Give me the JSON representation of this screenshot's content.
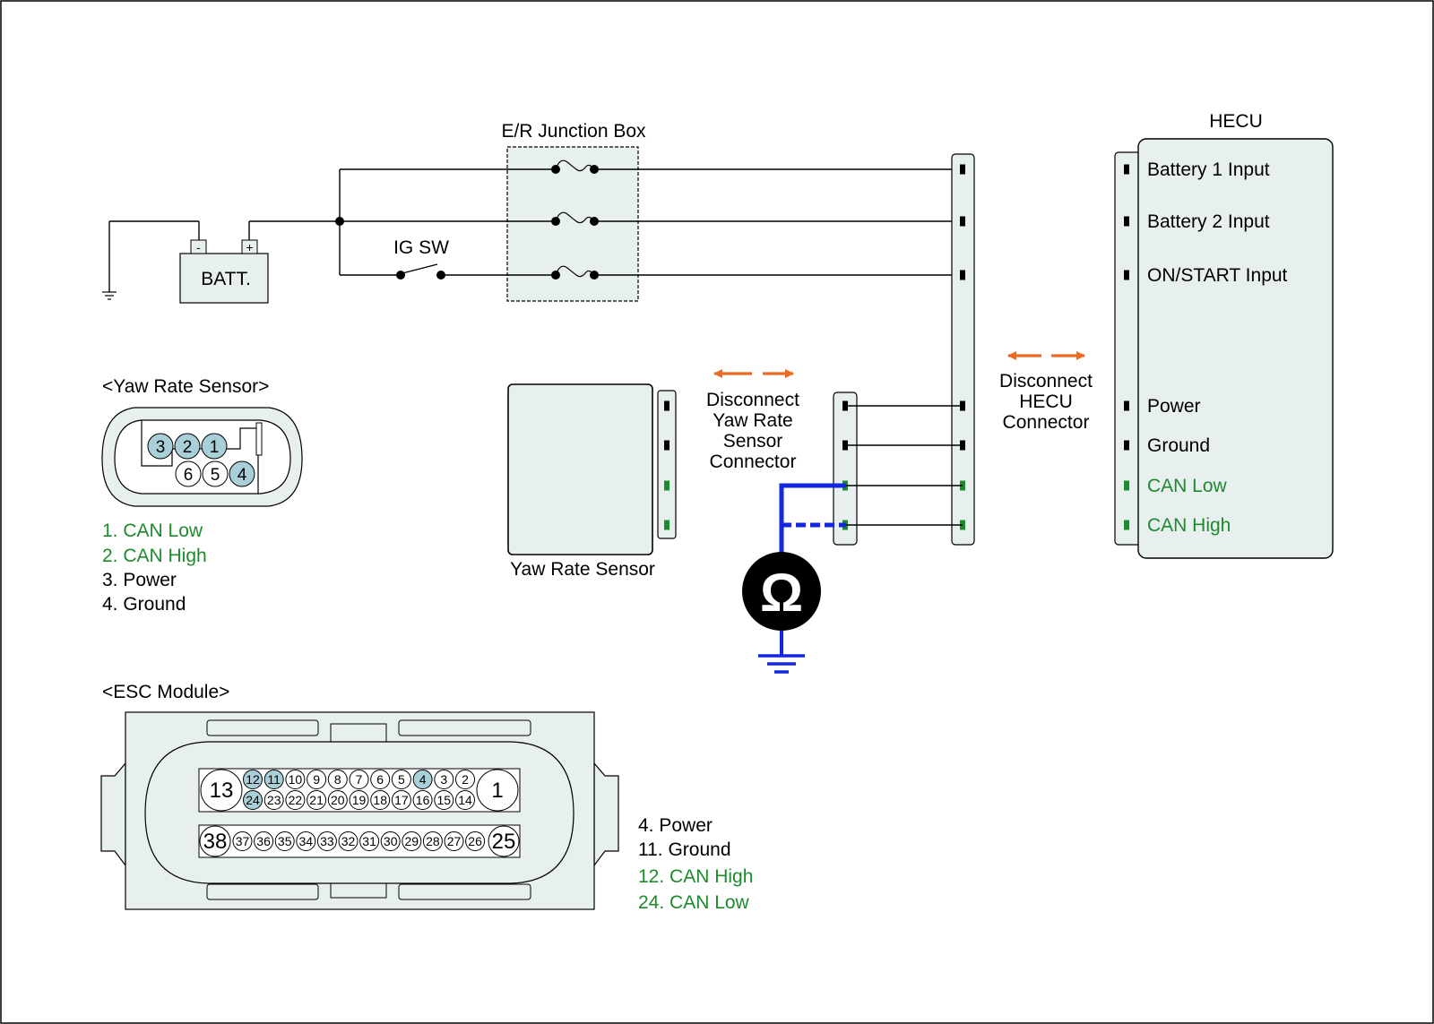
{
  "colors": {
    "panel_fill": "#e8efef",
    "pin_highlight": "#a9cfd8",
    "can_green": "#1e8a2e",
    "probe_blue": "#1427e0",
    "arrow_orange": "#ec6a22"
  },
  "battery": {
    "label": "BATT.",
    "neg": "-",
    "pos": "+"
  },
  "junction_box": {
    "title": "E/R Junction Box"
  },
  "ig_switch": {
    "label": "IG SW"
  },
  "hecu": {
    "title": "HECU",
    "pins": [
      {
        "label": "Battery 1 Input",
        "can": false
      },
      {
        "label": "Battery 2 Input",
        "can": false
      },
      {
        "label": "ON/START Input",
        "can": false
      },
      {
        "label": "Power",
        "can": false
      },
      {
        "label": "Ground",
        "can": false
      },
      {
        "label": "CAN Low",
        "can": true
      },
      {
        "label": "CAN High",
        "can": true
      }
    ]
  },
  "disconnect_hecu": {
    "lines": [
      "Disconnect",
      "HECU",
      "Connector"
    ]
  },
  "disconnect_yaw": {
    "lines": [
      "Disconnect",
      "Yaw Rate",
      "Sensor",
      "Connector"
    ]
  },
  "yaw_sensor_box": {
    "label": "Yaw Rate Sensor"
  },
  "ohmmeter": {
    "icon": "omega-icon",
    "symbol": "Ω"
  },
  "yaw_connector": {
    "title": "<Yaw Rate Sensor>",
    "top_pins": [
      "3",
      "2",
      "1"
    ],
    "bottom_pins": [
      "6",
      "5",
      "4"
    ],
    "highlighted": [
      "1",
      "2",
      "3",
      "4"
    ],
    "legend": [
      {
        "text": "1. CAN Low",
        "can": true
      },
      {
        "text": "2. CAN High",
        "can": true
      },
      {
        "text": "3. Power",
        "can": false
      },
      {
        "text": "4. Ground",
        "can": false
      }
    ]
  },
  "esc_module": {
    "title": "<ESC Module>",
    "row1": [
      "12",
      "11",
      "10",
      "9",
      "8",
      "7",
      "6",
      "5",
      "4",
      "3",
      "2"
    ],
    "row2": [
      "24",
      "23",
      "22",
      "21",
      "20",
      "19",
      "18",
      "17",
      "16",
      "15",
      "14"
    ],
    "row3": [
      "37",
      "36",
      "35",
      "34",
      "33",
      "32",
      "31",
      "30",
      "29",
      "28",
      "27",
      "26"
    ],
    "big_pins": {
      "r1_left": "13",
      "r1_right": "1",
      "r3_left": "38",
      "r3_right": "25"
    },
    "highlighted": [
      "12",
      "11",
      "4",
      "24"
    ],
    "legend": [
      {
        "text": "4. Power",
        "can": false
      },
      {
        "text": "11. Ground",
        "can": false
      },
      {
        "text": "12. CAN High",
        "can": true
      },
      {
        "text": "24. CAN Low",
        "can": true
      }
    ]
  }
}
